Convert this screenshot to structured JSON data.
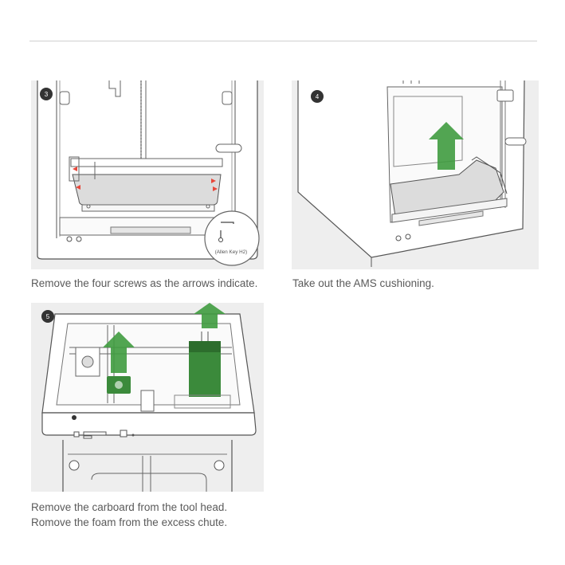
{
  "steps": [
    {
      "number": "3",
      "caption": "Remove the four screws as the arrows indicate.",
      "callout": "(Allen Key H2)"
    },
    {
      "number": "4",
      "caption": "Take out the AMS cushioning."
    },
    {
      "number": "5",
      "caption_lines": [
        "Remove the carboard from the tool head.",
        "Romove the foam from the excess chute."
      ]
    }
  ],
  "colors": {
    "panel_bg": "#eeeeee",
    "line": "#555555",
    "arrow_green": "#3f9b3f",
    "screw_red": "#e8473a",
    "part_green": "#3b8a3b",
    "caption": "#5a5a5a",
    "badge": "#333333"
  }
}
